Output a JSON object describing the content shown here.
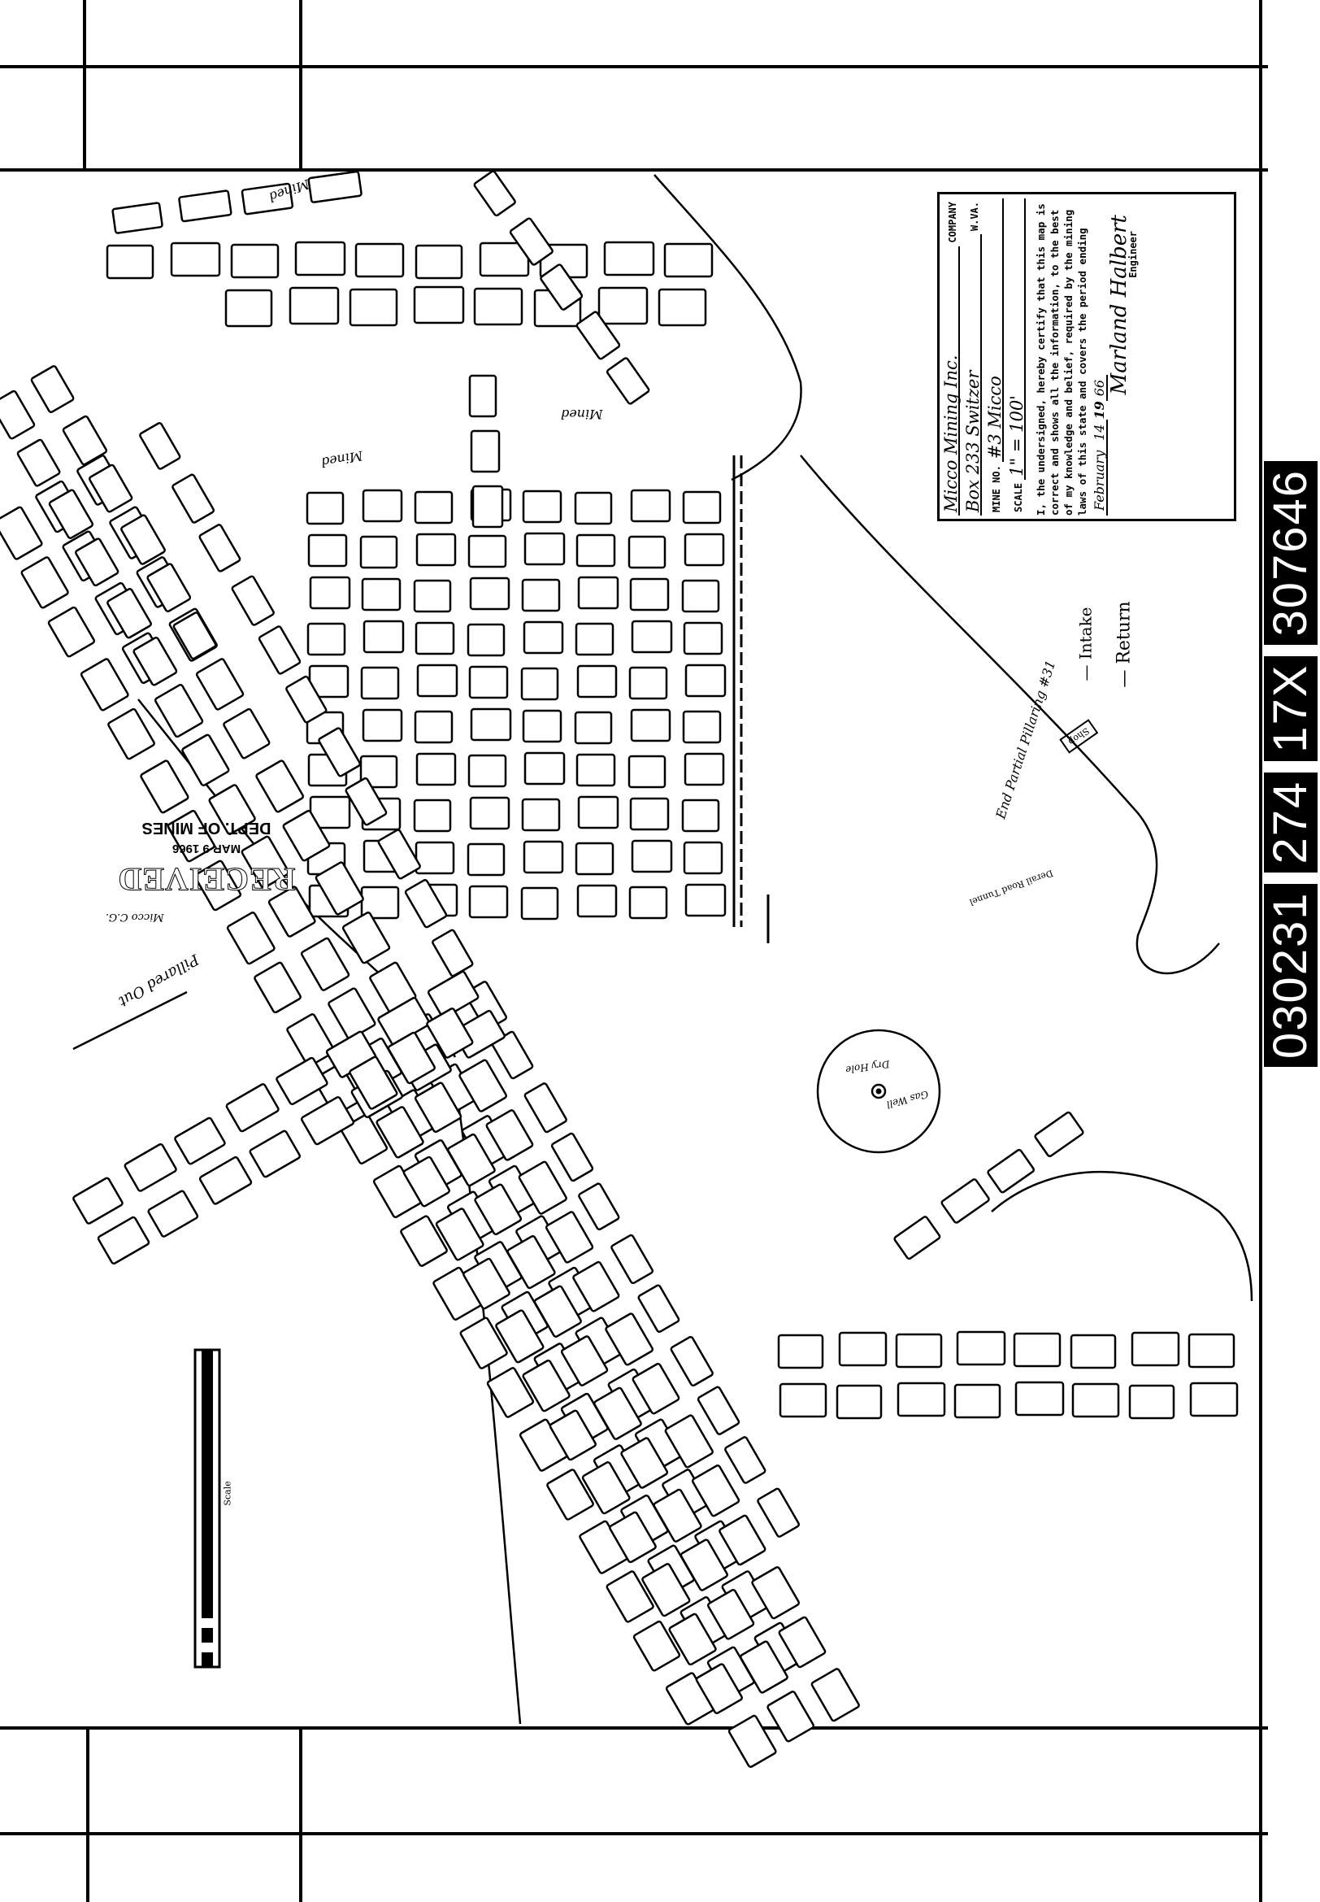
{
  "title_block": {
    "company_name": "Micco Mining Inc.",
    "company_label": "COMPANY",
    "address": "Box 233 Switzer",
    "state_label": "W.VA.",
    "mine_no_label": "MINE NO.",
    "mine_no": "#3 Micco",
    "scale_label": "SCALE",
    "scale": "1\" = 100'",
    "certification": "I, the undersigned, hereby certify that this map is correct and shows all the information, to the best of my knowledge and belief, required by the mining laws of this state and covers the period ending",
    "date_month": "February",
    "date_day": "14",
    "date_year_prefix": "19",
    "date_year": "66",
    "signature": "Marland Halbert",
    "engineer_label": "Engineer"
  },
  "stamp": {
    "received": "RECEIVED",
    "date": "MAR 9   1966",
    "dept": "DEPT. OF MINES"
  },
  "film_id": [
    "030231",
    "274",
    "17X",
    "307646"
  ],
  "map_labels": {
    "mined_1": "Mined",
    "mined_2": "Mined",
    "mined_3": "Mined",
    "intake": "— Intake",
    "return": "— Return",
    "end_pillar": "End Partial Pillaring #31",
    "shop": "Shop",
    "micco_cg": "Micco C.G.",
    "pillared_out": "Pillared Out",
    "gas_well": "Gas Well",
    "dry_hole": "Dry Hole",
    "tunnel": "Derail Road Tunnel",
    "scale_bar": "Scale"
  }
}
